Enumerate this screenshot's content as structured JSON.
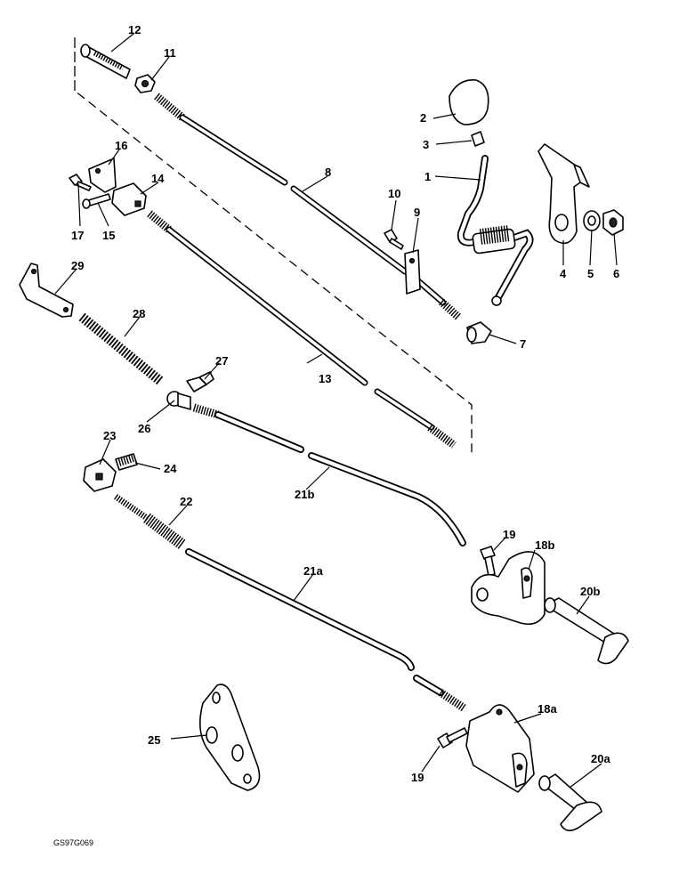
{
  "diagram": {
    "reference_code": "GS97G069",
    "labels": {
      "p1": "1",
      "p2": "2",
      "p3": "3",
      "p4": "4",
      "p5": "5",
      "p6": "6",
      "p7": "7",
      "p8": "8",
      "p9": "9",
      "p10": "10",
      "p11": "11",
      "p12": "12",
      "p13": "13",
      "p14": "14",
      "p15": "15",
      "p16": "16",
      "p17": "17",
      "p18a": "18a",
      "p18b": "18b",
      "p19a": "19",
      "p19b": "19",
      "p20a": "20a",
      "p20b": "20b",
      "p21a": "21a",
      "p21b": "21b",
      "p22": "22",
      "p23": "23",
      "p24": "24",
      "p25": "25",
      "p26": "26",
      "p27": "27",
      "p28": "28",
      "p29": "29"
    }
  }
}
